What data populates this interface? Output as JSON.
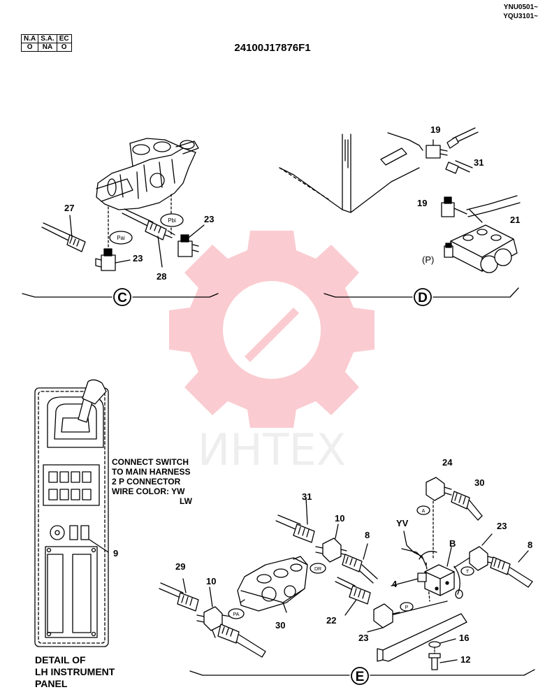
{
  "header": {
    "serial_ranges": [
      "YNU0501~",
      "YQU3101~"
    ],
    "code_table": {
      "headers": [
        "N.A",
        "S.A.",
        "EC"
      ],
      "values": [
        "O",
        "NA",
        "O"
      ]
    },
    "part_number": "24100J17876F1"
  },
  "sections": [
    "C",
    "D",
    "E"
  ],
  "callouts": {
    "c27": "27",
    "c23a": "23",
    "c23b": "23",
    "c28": "28",
    "d19a": "19",
    "d19b": "19",
    "d31": "31",
    "d21": "21",
    "dP": "(P)",
    "e24": "24",
    "e30a": "30",
    "e31": "31",
    "e10a": "10",
    "eYV": "YV",
    "eB": "B",
    "e23a": "23",
    "e8a": "8",
    "e8b": "8",
    "e29": "29",
    "e10b": "10",
    "e4": "4",
    "e22": "22",
    "e23b": "23",
    "e30b": "30",
    "e16": "16",
    "e12": "12",
    "e9": "9"
  },
  "port_tags": {
    "pai": "Pai",
    "pbi": "Pbi",
    "dr": "DR",
    "pa": "PA",
    "a": "A",
    "t": "T",
    "p": "P"
  },
  "note": {
    "lines": [
      "CONNECT SWITCH",
      "TO MAIN HARNESS",
      "2 P CONNECTOR",
      "WIRE COLOR: YW"
    ],
    "lw": "LW"
  },
  "detail_caption": [
    "DETAIL OF",
    "LH INSTRUMENT",
    "PANEL"
  ],
  "watermark": {
    "text": "ИНТЕХ",
    "color": "#e8001c"
  }
}
